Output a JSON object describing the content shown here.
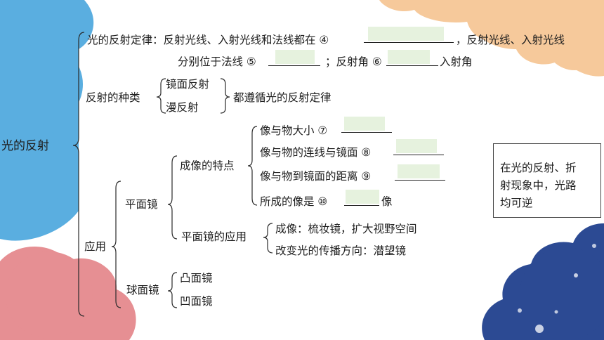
{
  "root": "光的反射",
  "law": {
    "line1_prefix": "光的反射定律：反射光线、入射光线和法线都在 ④",
    "line1_suffix": "，反射光线、入射光线",
    "line2_prefix": "分别位于法线 ⑤",
    "line2_mid": "；反射角 ⑥",
    "line2_suffix": "入射角"
  },
  "types": {
    "label": "反射的种类",
    "items": [
      "镜面反射",
      "漫反射"
    ],
    "common": "都遵循光的反射定律"
  },
  "application": {
    "label": "应用",
    "plane_mirror": {
      "label": "平面镜",
      "features_label": "成像的特点",
      "features": [
        {
          "prefix": "像与物大小 ⑦",
          "suffix": ""
        },
        {
          "prefix": "像与物的连线与镜面 ⑧",
          "suffix": ""
        },
        {
          "prefix": "像与物到镜面的距离 ⑨",
          "suffix": ""
        },
        {
          "prefix": "所成的像是 ⑩",
          "suffix": "像"
        }
      ],
      "uses_label": "平面镜的应用",
      "uses": [
        "成像：梳妆镜，扩大视野空间",
        "改变光的传播方向：潜望镜"
      ]
    },
    "spherical": {
      "label": "球面镜",
      "items": [
        "凸面镜",
        "凹面镜"
      ]
    }
  },
  "note": [
    "在光的反射、折",
    "射现象中，光路",
    "均可逆"
  ],
  "colors": {
    "sky_blue": "#5aaee0",
    "peach": "#f6c99b",
    "pink": "#e68f93",
    "navy": "#2c4a93",
    "blank_fill": "#e6f2de"
  }
}
